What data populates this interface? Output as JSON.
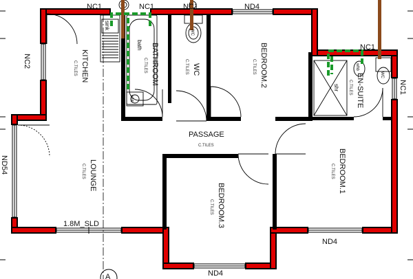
{
  "rooms": {
    "kitchen": {
      "name": "KITCHEN",
      "finish": "C.TILES"
    },
    "bathroom": {
      "name": "BATHROOM",
      "finish": "C.TILES"
    },
    "wc": {
      "name": "WC",
      "finish": "C.TILES"
    },
    "bedroom2": {
      "name": "BEDROOM.2",
      "finish": "C.TILES"
    },
    "ensuite": {
      "name": "EN-SUITE",
      "finish": "C.TILES"
    },
    "passage": {
      "name": "PASSAGE",
      "finish": "C.TILES"
    },
    "lounge": {
      "name": "LOUNGE",
      "finish": "C.TILES"
    },
    "bedroom3": {
      "name": "BEDROOM.3",
      "finish": "C.TILES"
    },
    "bedroom1": {
      "name": "BEDROOM.1",
      "finish": "C.TILES"
    }
  },
  "windows": {
    "nc1_a": "NC1",
    "nc1_b": "NC1",
    "nc1_c": "NC1",
    "nc1_d": "NC1",
    "nc1_e": "NC1",
    "nc2": "NC2",
    "nd4_top": "ND4",
    "nd4_b1": "ND4",
    "nd4_b3": "ND4",
    "nd54": "ND54"
  },
  "fixtures": {
    "sink": "sink",
    "bath": "bath",
    "whb": "whb",
    "wc": "WC",
    "shower": "shr"
  },
  "sliding_door": "1.8M_SLD",
  "section_marker": "A",
  "colors": {
    "external_wall": "#e00000",
    "drainage": "#1a9a2a",
    "vent_pipe": "#8b4a1c"
  }
}
